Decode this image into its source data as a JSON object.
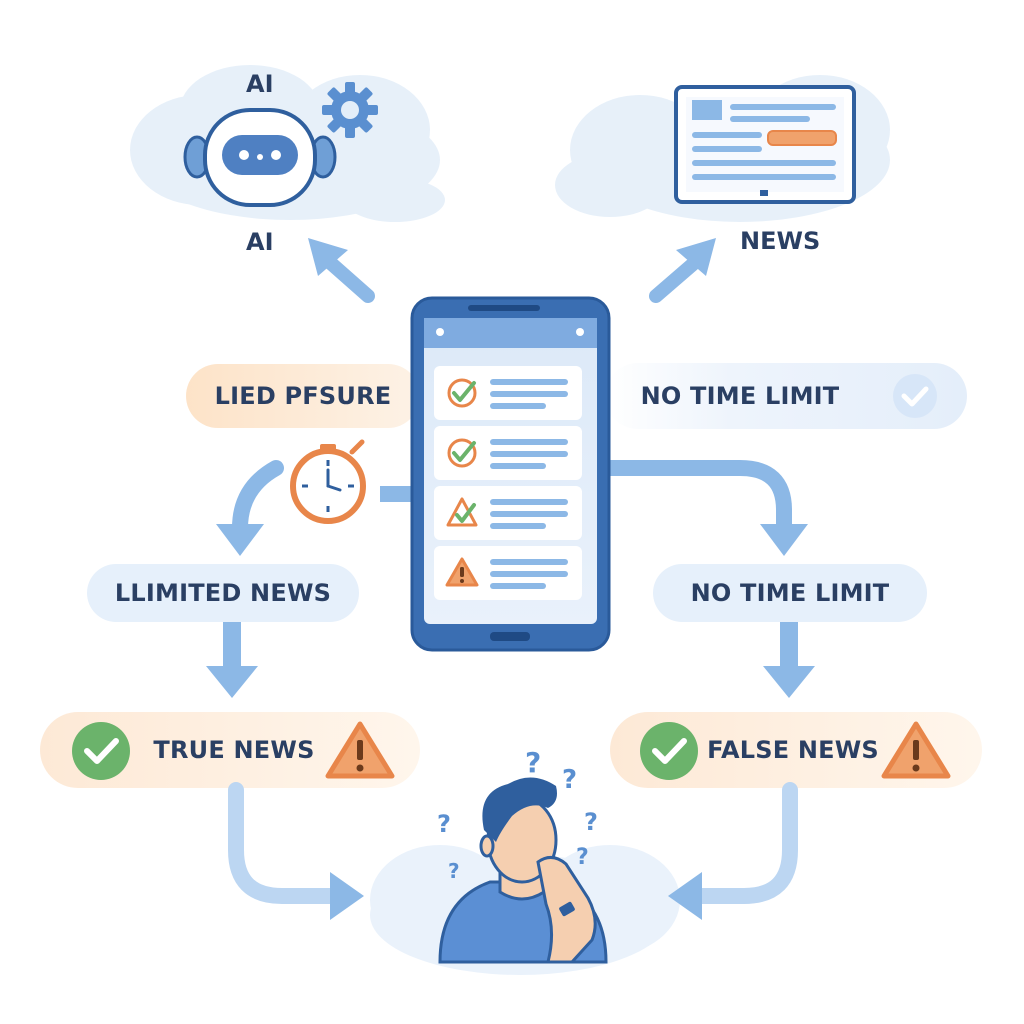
{
  "top_left_node": {
    "title": "AI",
    "caption": "AI"
  },
  "top_right_node": {
    "caption": "NEWS"
  },
  "left_condition": {
    "label": "LIED PFSURE"
  },
  "right_condition": {
    "label": "NO TIME LIMIT"
  },
  "left_branch": {
    "label": "LLIMITED NEWS"
  },
  "right_branch": {
    "label": "NO TIME LIMIT"
  },
  "left_outcome": {
    "label": "TRUE NEWS"
  },
  "right_outcome": {
    "label": "FALSE NEWS"
  },
  "phone": {
    "items": [
      {
        "status": "check"
      },
      {
        "status": "check"
      },
      {
        "status": "warning-check"
      },
      {
        "status": "warning"
      }
    ]
  },
  "colors": {
    "arrow": "#8cb8e6",
    "outline": "#2f5f9e",
    "orange": "#e8864a",
    "green": "#6bb36b",
    "pill_blue": "#e6f0fb",
    "pill_orange": "#fde9d6"
  }
}
